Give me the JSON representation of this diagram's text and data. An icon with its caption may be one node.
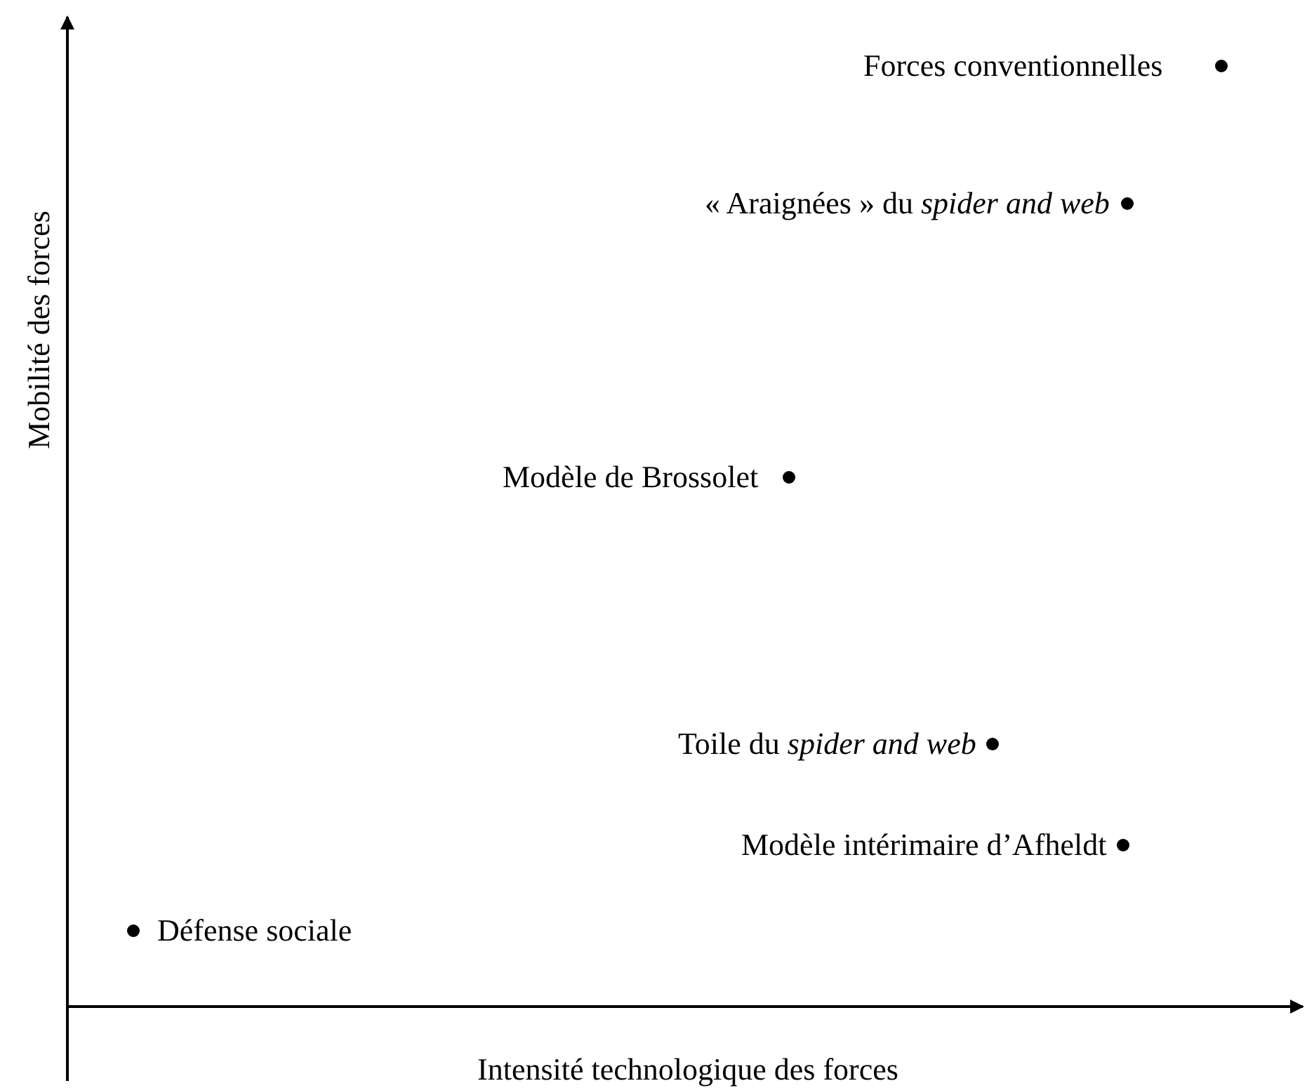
{
  "diagram": {
    "labels": [
      "Forces conventionnelles",
      "« Araignées » du *spider and web*",
      "Mobilité des forces",
      "Modèle de Brossolet",
      "Toile du *spider and web*",
      "Modèle intérimaire d’Afheldt",
      "Défense sociale",
      "Intensité technologique des forces"
    ]
  }
}
